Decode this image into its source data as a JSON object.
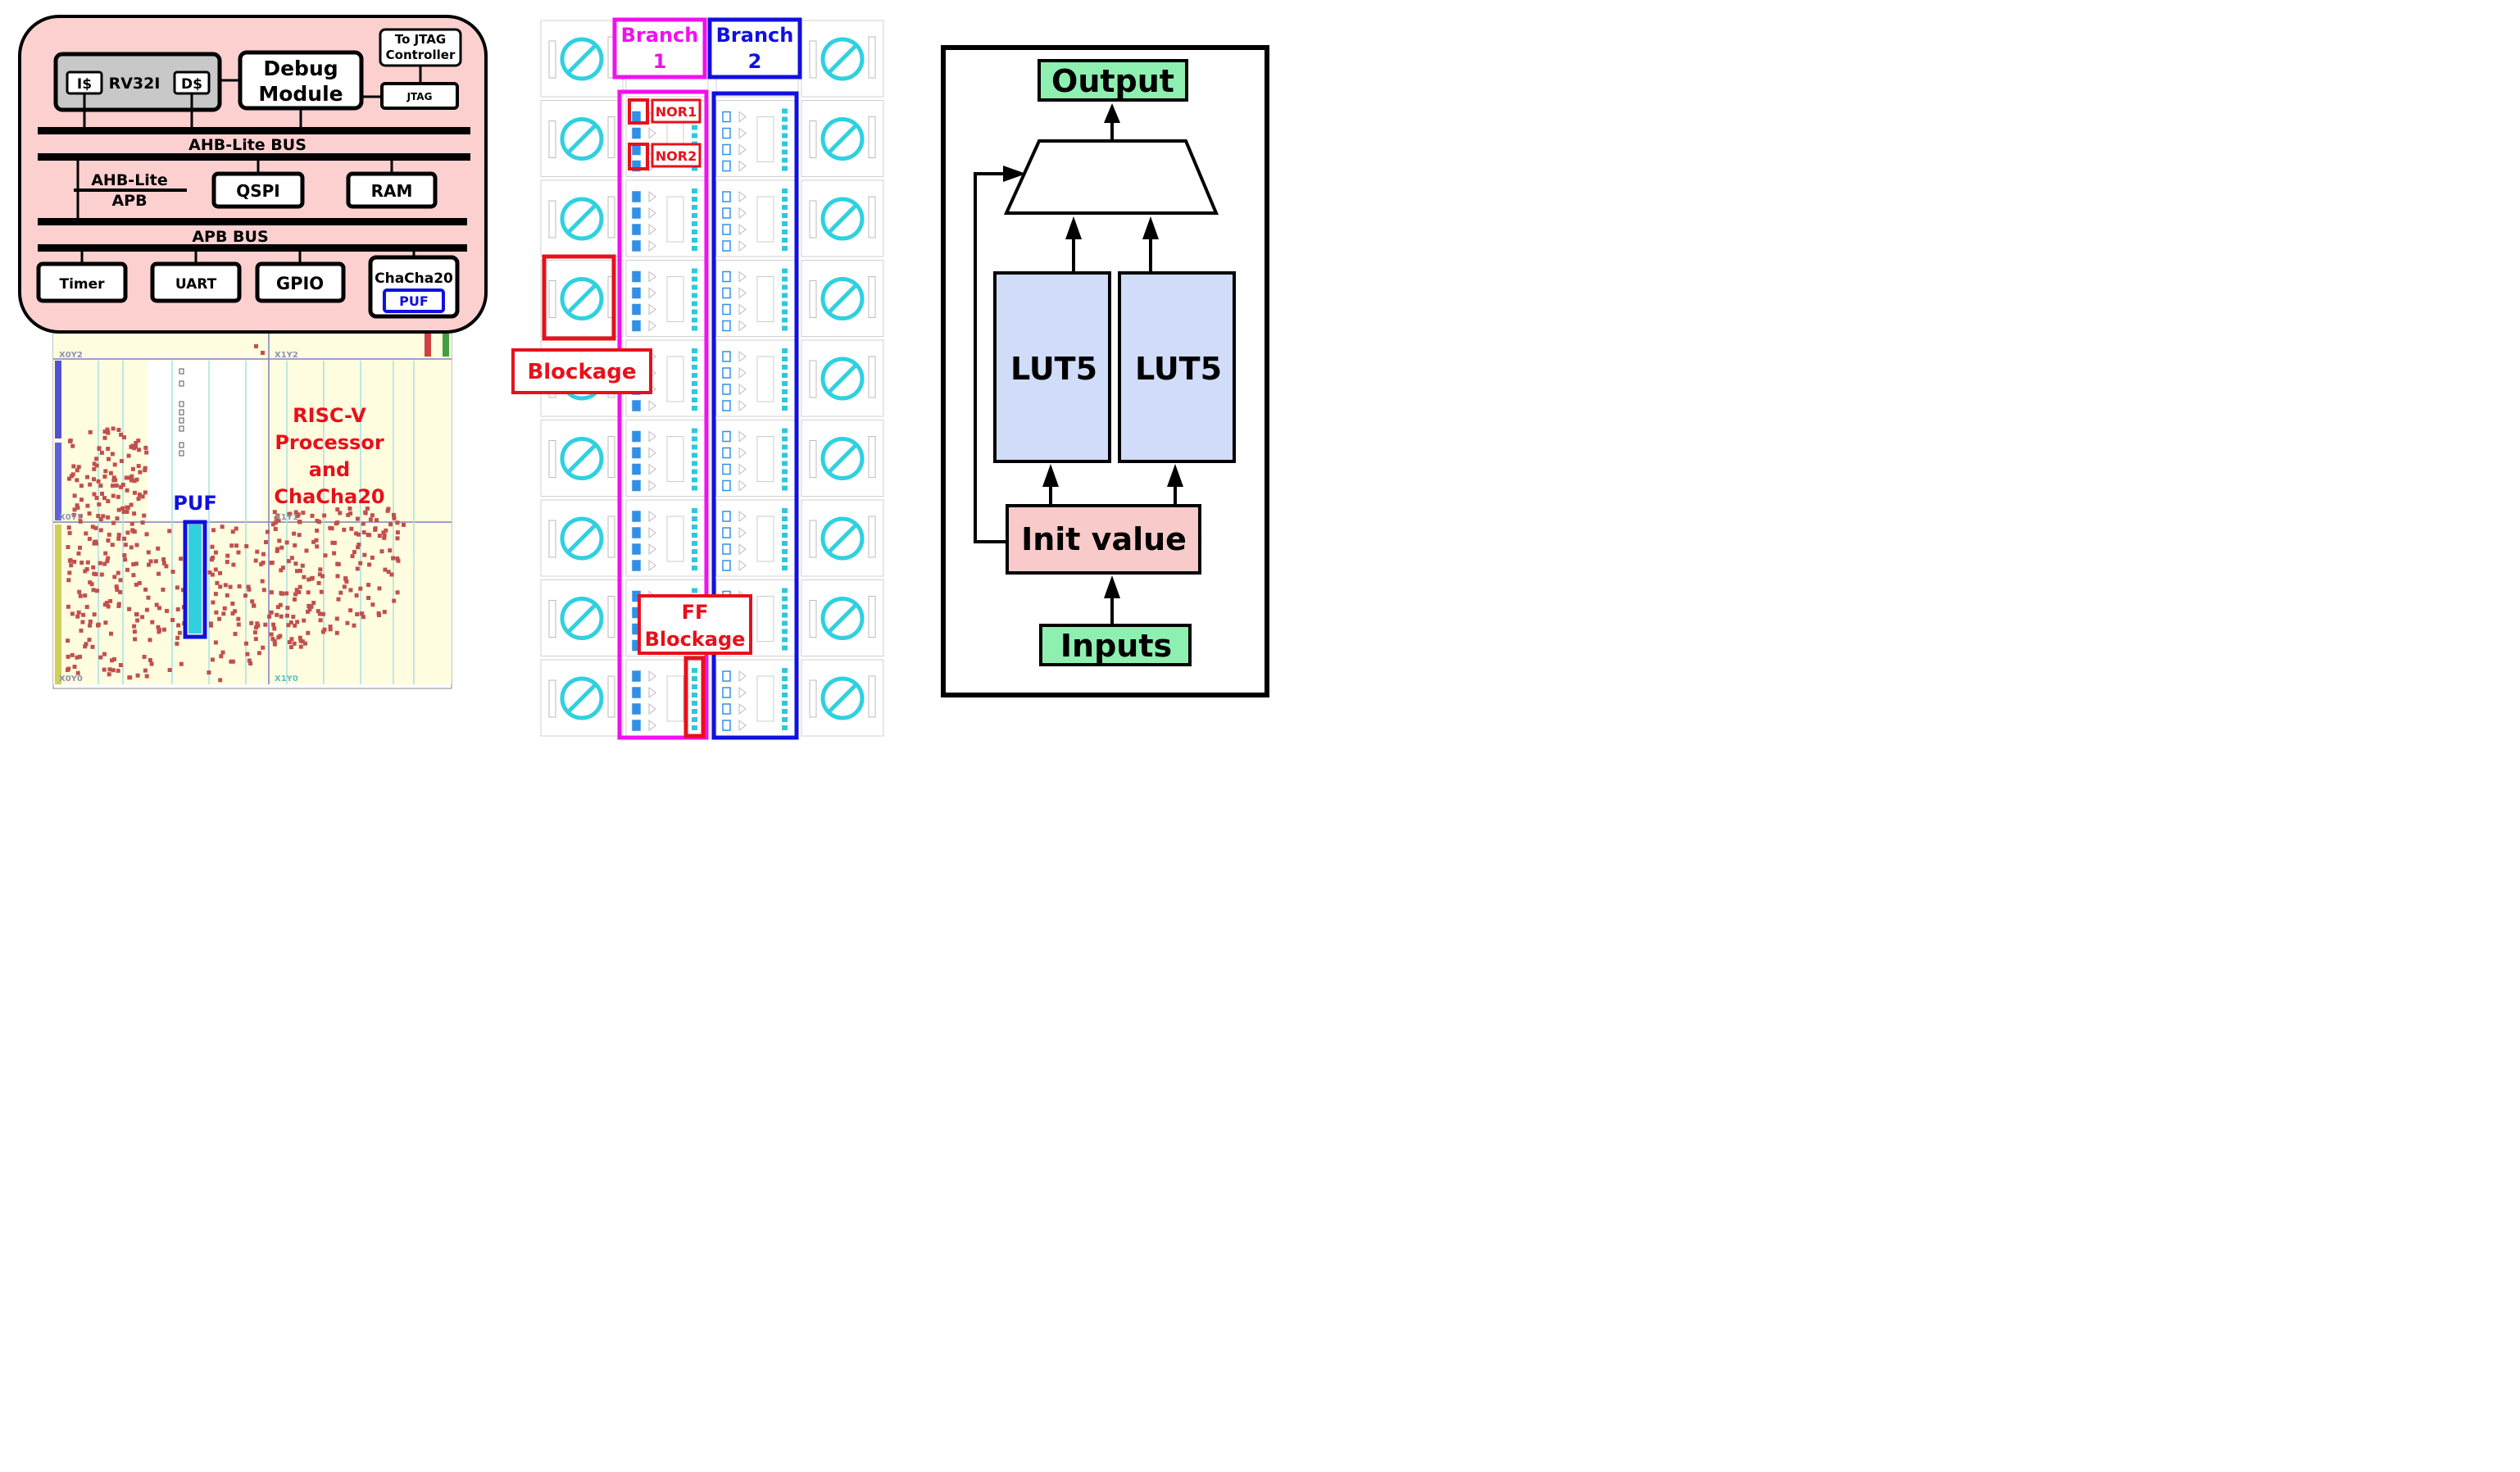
{
  "soc": {
    "cpu": "RV32I",
    "icache": "I$",
    "dcache": "D$",
    "debug_line1": "Debug",
    "debug_line2": "Module",
    "jtag_ctrl_line1": "To JTAG",
    "jtag_ctrl_line2": "Controller",
    "jtag": "JTAG",
    "ahb_bus": "AHB-Lite BUS",
    "bridge_line1": "AHB-Lite",
    "bridge_line2": "APB",
    "qspi": "QSPI",
    "ram": "RAM",
    "apb_bus": "APB BUS",
    "timer": "Timer",
    "uart": "UART",
    "gpio": "GPIO",
    "chacha": "ChaCha20",
    "puf": "PUF"
  },
  "floorplan": {
    "clock_regions": [
      "X0Y2",
      "X1Y2",
      "X0Y1",
      "X1Y1",
      "X0Y0",
      "X1Y0"
    ],
    "puf_label": "PUF",
    "processor_lines": [
      "RISC-V",
      "Processor",
      "and",
      "ChaCha20"
    ]
  },
  "placement": {
    "branch1_line1": "Branch",
    "branch1_line2": "1",
    "branch2_line1": "Branch",
    "branch2_line2": "2",
    "nor1": "NOR1",
    "nor2": "NOR2",
    "blockage": "Blockage",
    "ff_line1": "FF",
    "ff_line2": "Blockage"
  },
  "cell": {
    "output": "Output",
    "lut_a": "LUT5",
    "lut_b": "LUT5",
    "init": "Init value",
    "inputs": "Inputs"
  },
  "colors": {
    "soc_bg": "#fdd0d0",
    "cpu_bg": "#c8c8c8",
    "puf_blue": "#1010e0",
    "red": "#e8101a",
    "magenta": "#f010f0",
    "cyan": "#30d0e0",
    "green": "#8ef0b0",
    "lut_blue": "#d0dcf8",
    "init_pink": "#f8caca"
  }
}
